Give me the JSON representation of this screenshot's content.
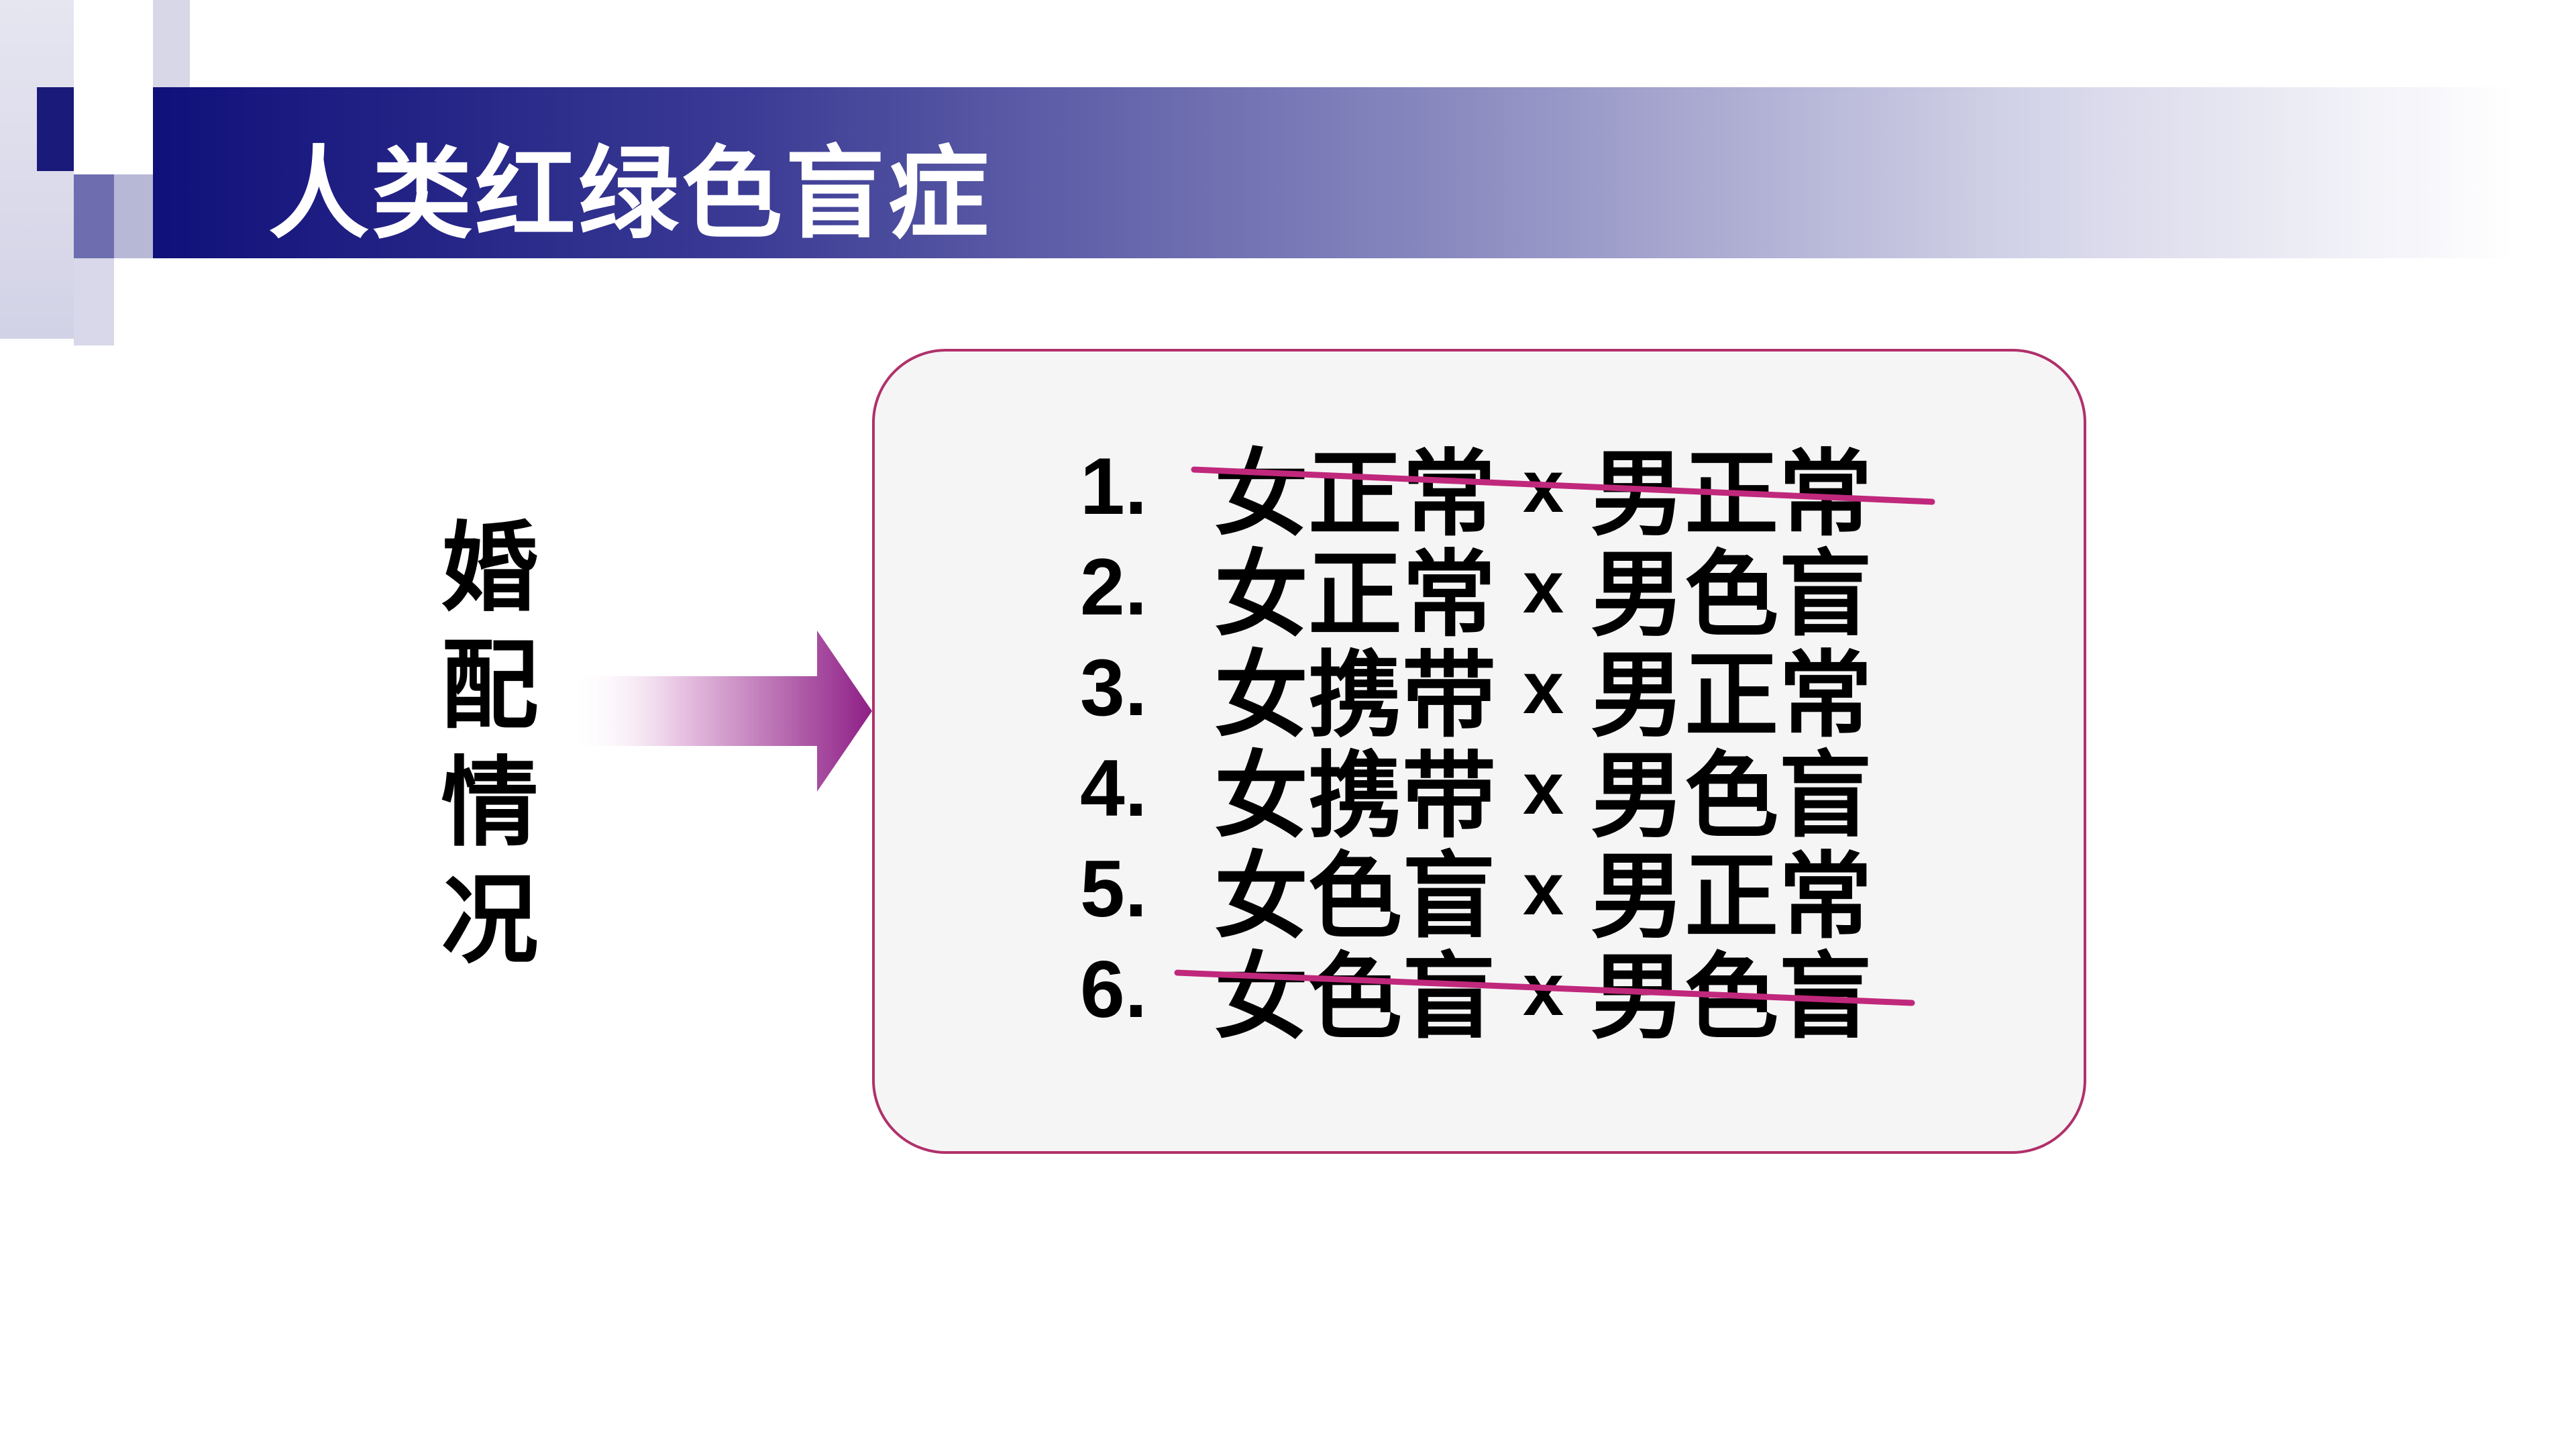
{
  "slide": {
    "title": "人类红绿色盲症",
    "side_label": [
      "婚",
      "配",
      "情",
      "况"
    ]
  },
  "list": {
    "items": [
      {
        "number": "1.",
        "female": "女正常",
        "times": "x",
        "male": "男正常",
        "struck_out": true
      },
      {
        "number": "2.",
        "female": "女正常",
        "times": "x",
        "male": "男色盲",
        "struck_out": false
      },
      {
        "number": "3.",
        "female": "女携带",
        "times": "x",
        "male": "男正常",
        "struck_out": false
      },
      {
        "number": "4.",
        "female": "女携带",
        "times": "x",
        "male": "男色盲",
        "struck_out": false
      },
      {
        "number": "5.",
        "female": "女色盲",
        "times": "x",
        "male": "男正常",
        "struck_out": false
      },
      {
        "number": "6.",
        "female": "女色盲",
        "times": "x",
        "male": "男色盲",
        "struck_out": true
      }
    ]
  },
  "colors": {
    "title_bar_dark": "#10107a",
    "accent_magenta": "#b0306a",
    "arrow": "#8e1f86",
    "strike_line": "#c0287c",
    "box_fill": "#f5f5f5"
  },
  "icons": {
    "arrow": "right-arrow-icon"
  }
}
